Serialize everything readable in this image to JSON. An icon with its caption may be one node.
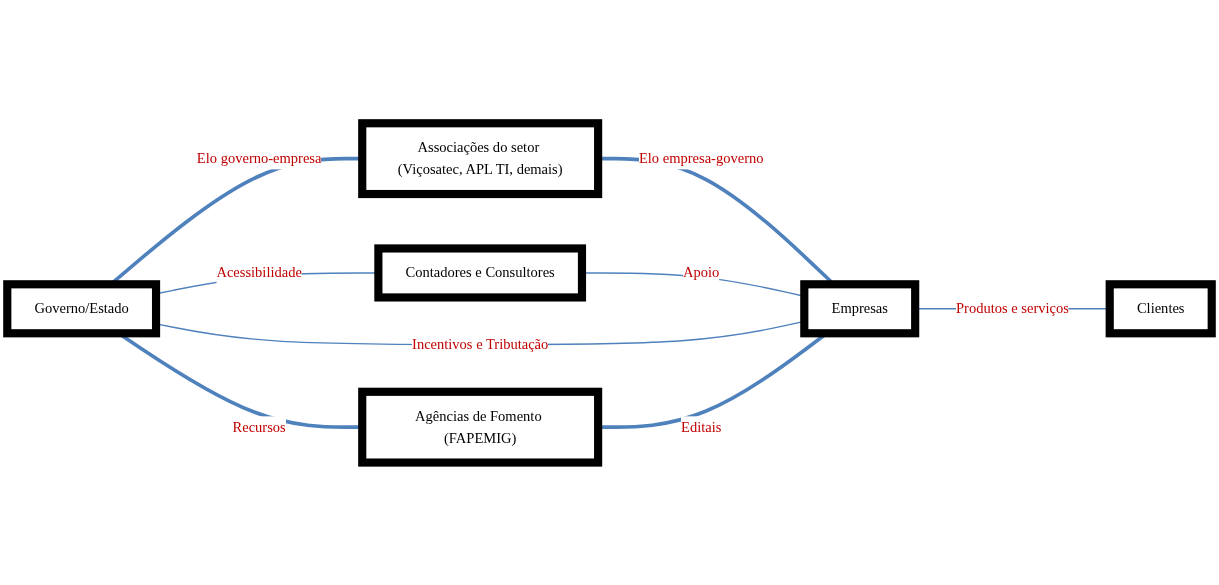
{
  "diagram": {
    "nodes": [
      {
        "text": [
          "Associações do setor (Viçosatec, APL TI, demais)"
        ]
      },
      {
        "text": [
          "Contadores e Consultores"
        ]
      },
      {
        "text": [
          "Governo/Estado"
        ]
      },
      {
        "text": [
          "Empresas"
        ]
      },
      {
        "text": [
          "Clientes"
        ]
      },
      {
        "text": [
          "Agências de Fomento (FAPEMIG)"
        ]
      }
    ],
    "edges": [
      {
        "from": 2,
        "to": 0,
        "arrow": "none",
        "label": "Elo governo-empresa",
        "style": "thick"
      },
      {
        "from": 0,
        "to": 3,
        "arrow": "none",
        "label": "Elo empresa-governo",
        "style": "thick"
      },
      {
        "from": 2,
        "to": 1,
        "arrow": "none",
        "label": "Acessibilidade"
      },
      {
        "from": 1,
        "to": 3,
        "arrow": "none",
        "label": "Apoio"
      },
      {
        "from": 2,
        "to": 3,
        "arrow": "none",
        "label": "Incentivos e Tributação"
      },
      {
        "from": 3,
        "to": 4,
        "arrow": "none",
        "label": "Produtos e serviços"
      },
      {
        "from": 2,
        "to": 5,
        "arrow": "none",
        "label": "Recursos",
        "style": "thick"
      },
      {
        "from": 5,
        "to": 3,
        "arrow": "none",
        "label": "Editais",
        "style": "thick"
      }
    ]
  }
}
